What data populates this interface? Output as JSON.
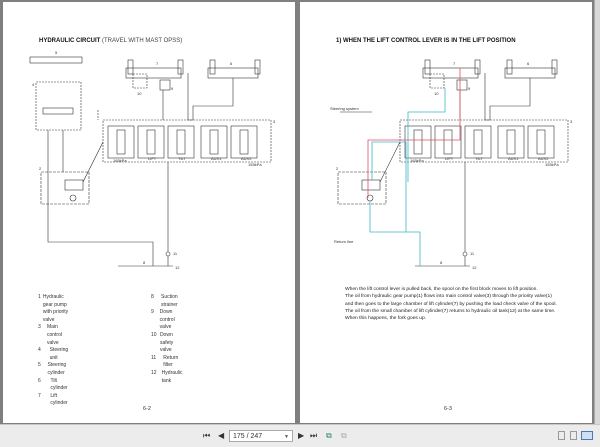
{
  "viewer": {
    "current_page": "175 / 247",
    "icons": [
      "first-page-icon",
      "prev-page-icon",
      "next-page-icon",
      "last-page-icon",
      "copy-icon",
      "paste-icon",
      "single-page-icon",
      "continuous-page-icon",
      "two-page-icon"
    ]
  },
  "page_left": {
    "title_bold": "HYDRAULIC CIRCUIT",
    "title_sub": "(TRAVEL WITH MAST OPSS)",
    "legend_left": [
      {
        "num": "1",
        "text": "Hydraulic gear pump with priority valve"
      },
      {
        "num": "3",
        "text": "Main control valve"
      },
      {
        "num": "4",
        "text": "Steering unit"
      },
      {
        "num": "5",
        "text": "Steering cylinder"
      },
      {
        "num": "6",
        "text": "Tilt cylinder"
      },
      {
        "num": "7",
        "text": "Lift cylinder"
      }
    ],
    "legend_right": [
      {
        "num": "8",
        "text": "Suction strainer"
      },
      {
        "num": "9",
        "text": "Down control valve"
      },
      {
        "num": "10",
        "text": "Down safety valve"
      },
      {
        "num": "11",
        "text": "Return filter"
      },
      {
        "num": "12",
        "text": "Hydraulic tank"
      }
    ],
    "diagram_labels": {
      "l5": "5",
      "l4": "4",
      "l7": "7",
      "l6": "6",
      "l10": "10",
      "l9": "9",
      "l3": "3",
      "l2": "2",
      "l8": "8",
      "l11": "11",
      "l12": "12",
      "lift": "LIFT",
      "tilt": "TILT",
      "aux1": "AUX1",
      "aux2": "AUX2",
      "p1": "165kPa",
      "p2": "155kPa"
    },
    "page_number": "6-2"
  },
  "page_right": {
    "title": "1) WHEN THE LIFT CONTROL LEVER IS IN THE LIFT POSITION",
    "diagram_labels": {
      "l7": "7",
      "l6": "6",
      "l10": "10",
      "l9": "9",
      "l3": "3",
      "l2": "2",
      "l8": "8",
      "l11": "11",
      "l12": "12",
      "lift": "LIFT",
      "tilt": "TILT",
      "aux1": "AUX1",
      "aux2": "AUX2",
      "p1": "165kPa",
      "p2": "155kPa",
      "steering": "Steering system",
      "return": "Return line"
    },
    "paragraph": [
      "When the lift control lever is pulled back, the spool on the first block moves to lift position.",
      "The oil from hydraulic gear pump(1) flows into main control valve(3) through the priority valve(1)",
      "and then goes to the large chamber of lift cylinder(7) by pushing the load check valve of the spool.",
      "The oil from the small chamber of lift cylinder(7) returns to hydraulic oil tank(12) at the same time.",
      "When this happens, the fork goes up."
    ],
    "page_number": "6-3"
  },
  "colors": {
    "pressure_line": "#e05060",
    "return_line": "#40b8c8",
    "background": "#7f7f7f"
  }
}
